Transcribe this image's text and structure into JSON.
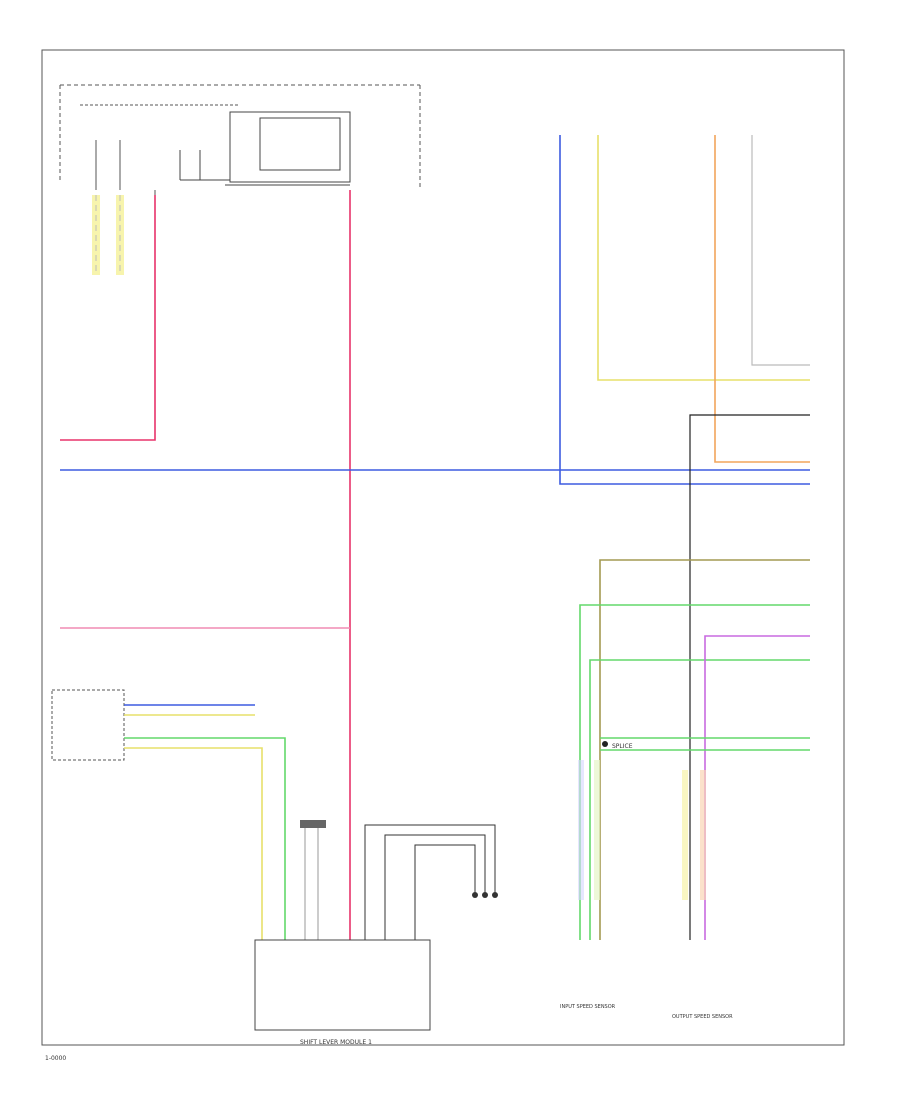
{
  "footer_code": "1-0000",
  "labels": {
    "module_bottom": "SHIFT LEVER MODULE 1",
    "speed_sensor_left": "INPUT SPEED SENSOR",
    "speed_sensor_right": "OUTPUT SPEED SENSOR",
    "splice": "SPLICE"
  },
  "colors": {
    "red": "#e8336b",
    "pink": "#f08cb4",
    "blue": "#3d5ce0",
    "yellow": "#e7e06a",
    "orange": "#f2a55c",
    "green": "#63d96b",
    "olive": "#a39a52",
    "purple": "#c86ae0",
    "gray": "#8a8a8a",
    "black": "#222222"
  }
}
